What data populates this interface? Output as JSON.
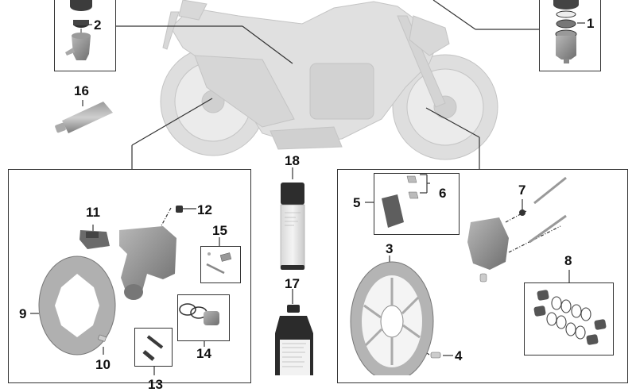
{
  "diagram": {
    "subject": "Motorcycle brake system parts diagram",
    "colors": {
      "line": "#333333",
      "label": "#111111",
      "motorcycle_ghost": "#d4d4d4",
      "part_grey": "#8a8a8a",
      "part_dark": "#3a3a3a"
    },
    "callouts": [
      {
        "id": "1",
        "label": "1",
        "part": "Front brake fluid reservoir (exploded: cap, diaphragm, insert, reservoir)"
      },
      {
        "id": "2",
        "label": "2",
        "part": "Rear brake fluid reservoir (exploded: cap, diaphragm, reservoir)"
      },
      {
        "id": "3",
        "label": "3",
        "part": "Front brake disc (floating)"
      },
      {
        "id": "4",
        "label": "4",
        "part": "Brake disc bolt (front)"
      },
      {
        "id": "5",
        "label": "5",
        "part": "Front brake pads"
      },
      {
        "id": "6",
        "label": "6",
        "part": "Brake pad retaining springs"
      },
      {
        "id": "7",
        "label": "7",
        "part": "Bleed valve cap (front caliper)"
      },
      {
        "id": "8",
        "label": "8",
        "part": "Front caliper piston and seal kit"
      },
      {
        "id": "9",
        "label": "9",
        "part": "Rear brake disc"
      },
      {
        "id": "10",
        "label": "10",
        "part": "Brake disc bolt (rear)"
      },
      {
        "id": "11",
        "label": "11",
        "part": "Rear brake pads"
      },
      {
        "id": "12",
        "label": "12",
        "part": "Bleed valve (rear caliper)"
      },
      {
        "id": "13",
        "label": "13",
        "part": "Rear caliper bolt set"
      },
      {
        "id": "14",
        "label": "14",
        "part": "Rear caliper piston and seal kit"
      },
      {
        "id": "15",
        "label": "15",
        "part": "Rear pad retaining pin and spring kit"
      },
      {
        "id": "16",
        "label": "16",
        "part": "Grease tube"
      },
      {
        "id": "17",
        "label": "17",
        "part": "Brake fluid bottle"
      },
      {
        "id": "18",
        "label": "18",
        "part": "Spray can"
      }
    ],
    "groups": {
      "rear_brake": "Rear brake assembly (items 9-15)",
      "front_brake": "Front brake assembly (items 3-8)"
    }
  }
}
